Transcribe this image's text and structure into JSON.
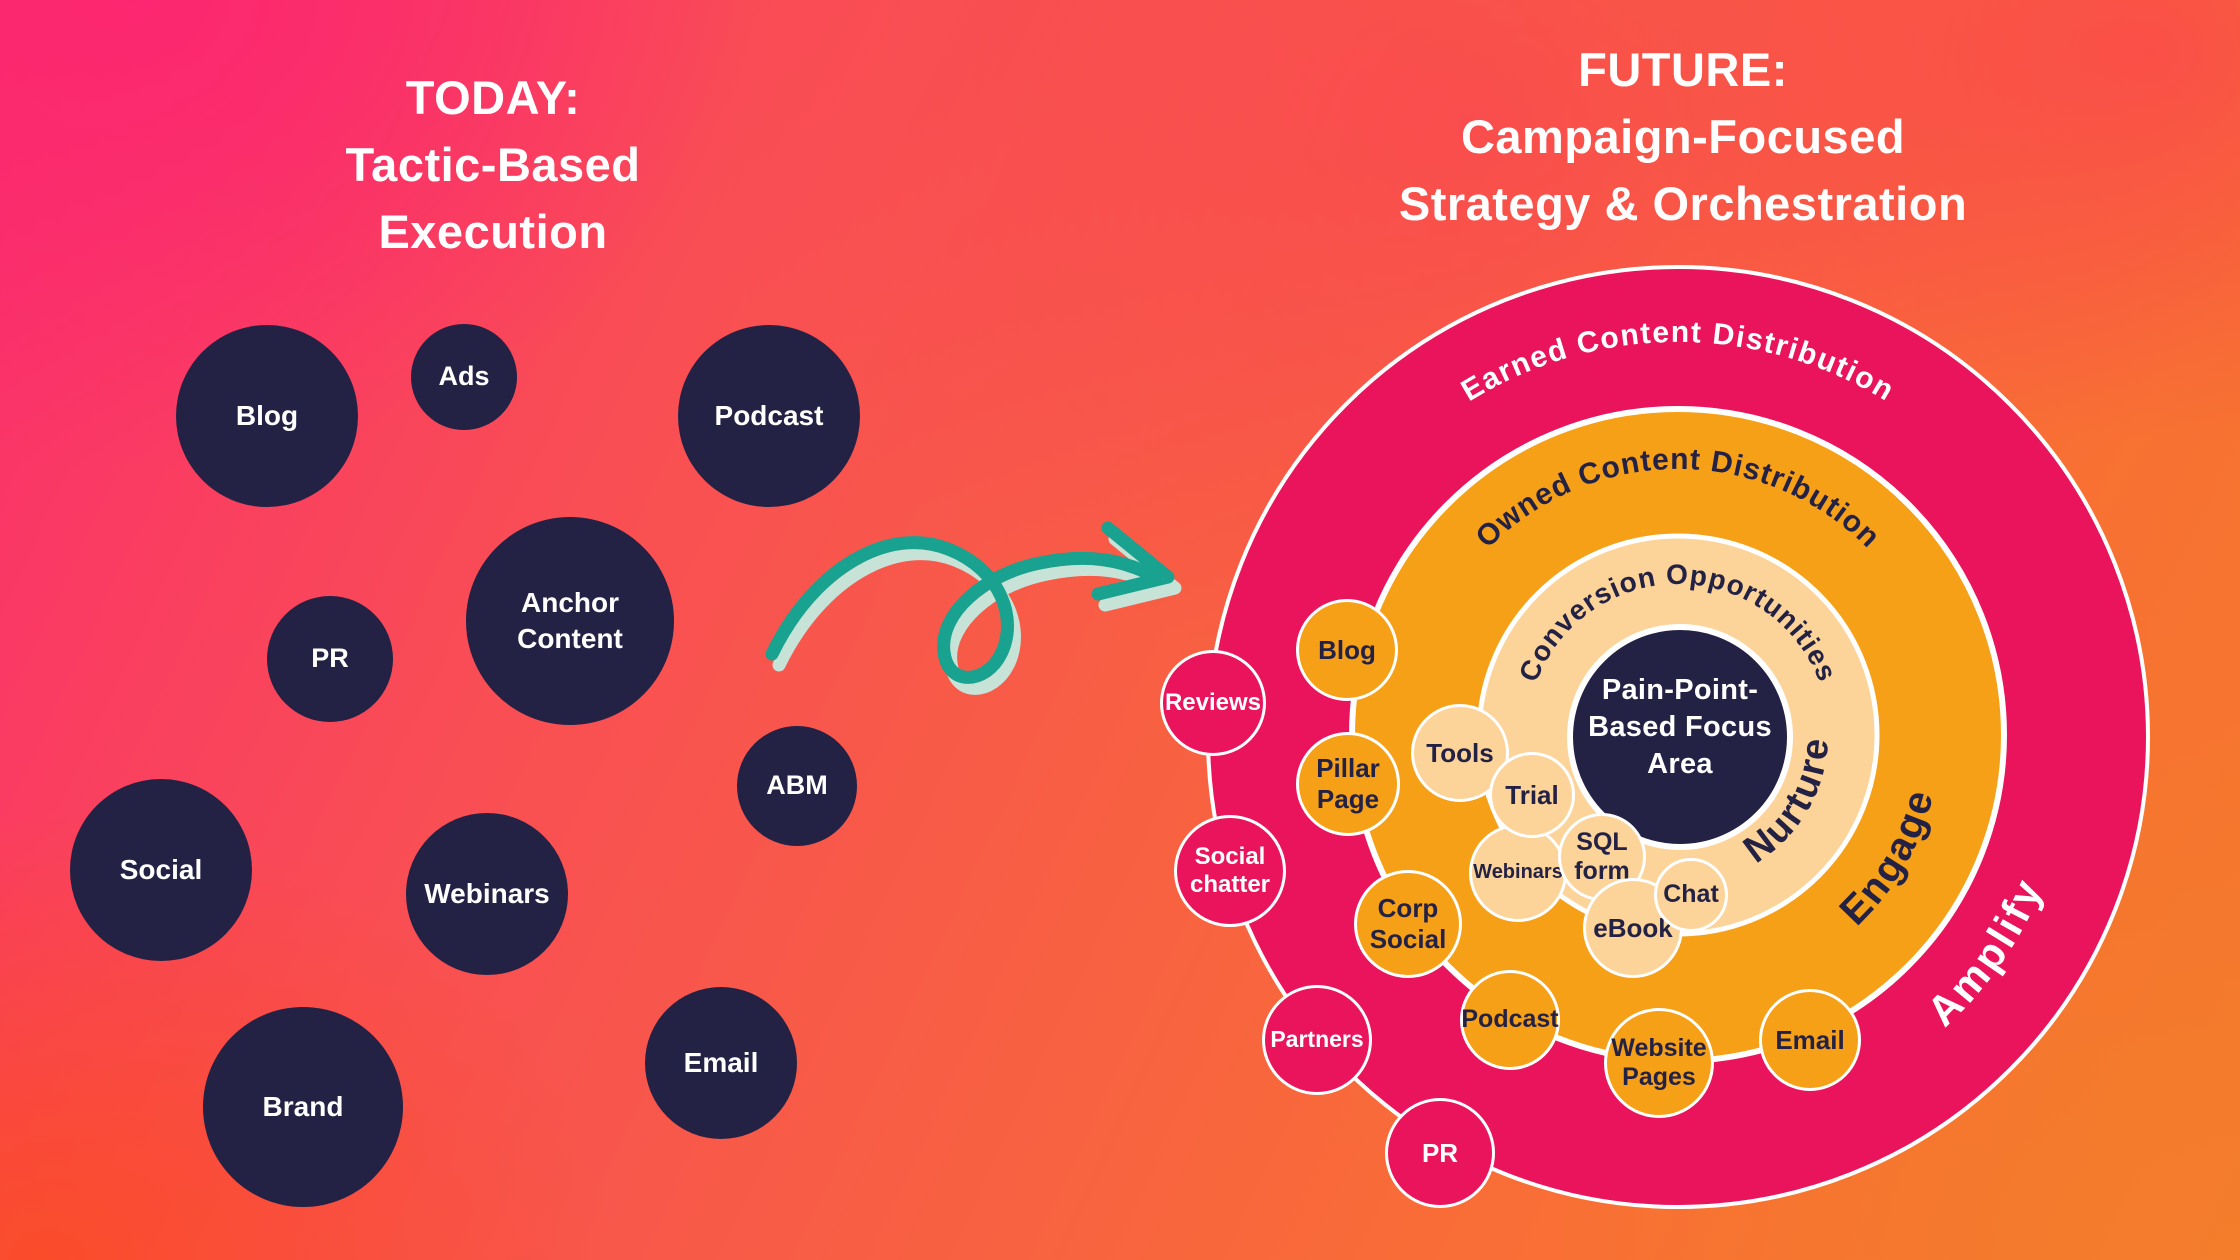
{
  "left_section": {
    "title": {
      "line1": "TODAY:",
      "line2": "Tactic-Based",
      "line3": "Execution"
    },
    "bubbles": [
      {
        "label": "Blog"
      },
      {
        "label": "Ads"
      },
      {
        "label": "Podcast"
      },
      {
        "label": "PR"
      },
      {
        "label": "Anchor Content"
      },
      {
        "label": "ABM"
      },
      {
        "label": "Social"
      },
      {
        "label": "Webinars"
      },
      {
        "label": "Brand"
      },
      {
        "label": "Email"
      }
    ]
  },
  "arrow": {
    "meaning": "transformation from today to future",
    "color": "#18a28f",
    "shadow_color": "#c7e3d8"
  },
  "right_section": {
    "title": {
      "line1": "FUTURE:",
      "line2": "Campaign-Focused",
      "line3": "Strategy & Orchestration"
    },
    "rings": {
      "earned": {
        "label": "Earned Content Distribution",
        "stage": "Amplify",
        "color": "#e9145c"
      },
      "owned": {
        "label": "Owned Content Distribution",
        "stage": "Engage",
        "color": "#f6a018"
      },
      "conversion": {
        "label": "Conversion Opportunities",
        "stage": "Nurture",
        "color": "#fcd49a"
      },
      "core": {
        "label": "Pain-Point-Based Focus Area",
        "color": "#232144"
      }
    },
    "earned_nodes": [
      {
        "label": "Reviews"
      },
      {
        "label": "Social chatter"
      },
      {
        "label": "Partners"
      },
      {
        "label": "PR"
      }
    ],
    "owned_nodes": [
      {
        "label": "Blog"
      },
      {
        "label": "Pillar Page"
      },
      {
        "label": "Corp Social"
      },
      {
        "label": "Podcast"
      },
      {
        "label": "Website Pages"
      },
      {
        "label": "Email"
      }
    ],
    "conversion_nodes": [
      {
        "label": "Tools"
      },
      {
        "label": "Trial"
      },
      {
        "label": "Webinars"
      },
      {
        "label": "SQL form"
      },
      {
        "label": "Chat"
      },
      {
        "label": "eBook"
      }
    ]
  },
  "colors": {
    "background_pink": "#fa2d6d",
    "background_orange": "#f4772c",
    "bubble_navy": "#232144",
    "ring_pink": "#e9145c",
    "ring_orange": "#f6a018",
    "ring_tan": "#fcd49a",
    "text_white": "#ffffff"
  }
}
